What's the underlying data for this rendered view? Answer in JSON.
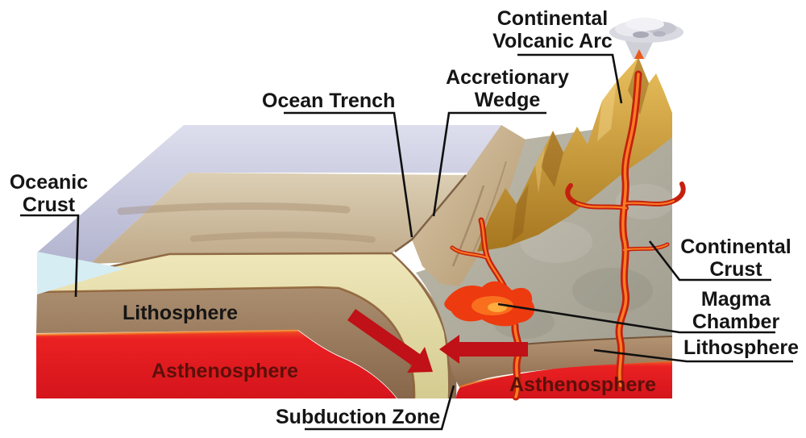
{
  "diagram": {
    "type": "geological cross-section of a subduction zone",
    "labels": {
      "continental_volcanic_arc": {
        "line1": "Continental",
        "line2": "Volcanic Arc"
      },
      "accretionary_wedge": {
        "line1": "Accretionary",
        "line2": "Wedge"
      },
      "ocean_trench": {
        "text": "Ocean Trench"
      },
      "oceanic_crust": {
        "line1": "Oceanic",
        "line2": "Crust"
      },
      "lithosphere_left": {
        "text": "Lithosphere"
      },
      "asthenosphere_left": {
        "text": "Asthenosphere"
      },
      "subduction_zone": {
        "text": "Subduction Zone"
      },
      "continental_crust": {
        "line1": "Continental",
        "line2": "Crust"
      },
      "magma_chamber": {
        "line1": "Magma",
        "line2": "Chamber"
      },
      "lithosphere_right": {
        "text": "Lithosphere"
      },
      "asthenosphere_right": {
        "text": "Asthenosphere"
      }
    },
    "colors": {
      "ocean_surface": "#c5c6dd",
      "ocean_front_face": "#d6edf4",
      "seafloor": "#cdbb9d",
      "oceanic_crust": "#e6dfa8",
      "lithosphere": "#a3876a",
      "asthenosphere": "#e91f24",
      "continental_crust": "#b3b0a0",
      "mountains": "#d2a23c",
      "magma": "#ee3a0f",
      "arrow": "#bf1117",
      "label_text": "#151515",
      "asthenosphere_text": "#5c100a"
    }
  }
}
